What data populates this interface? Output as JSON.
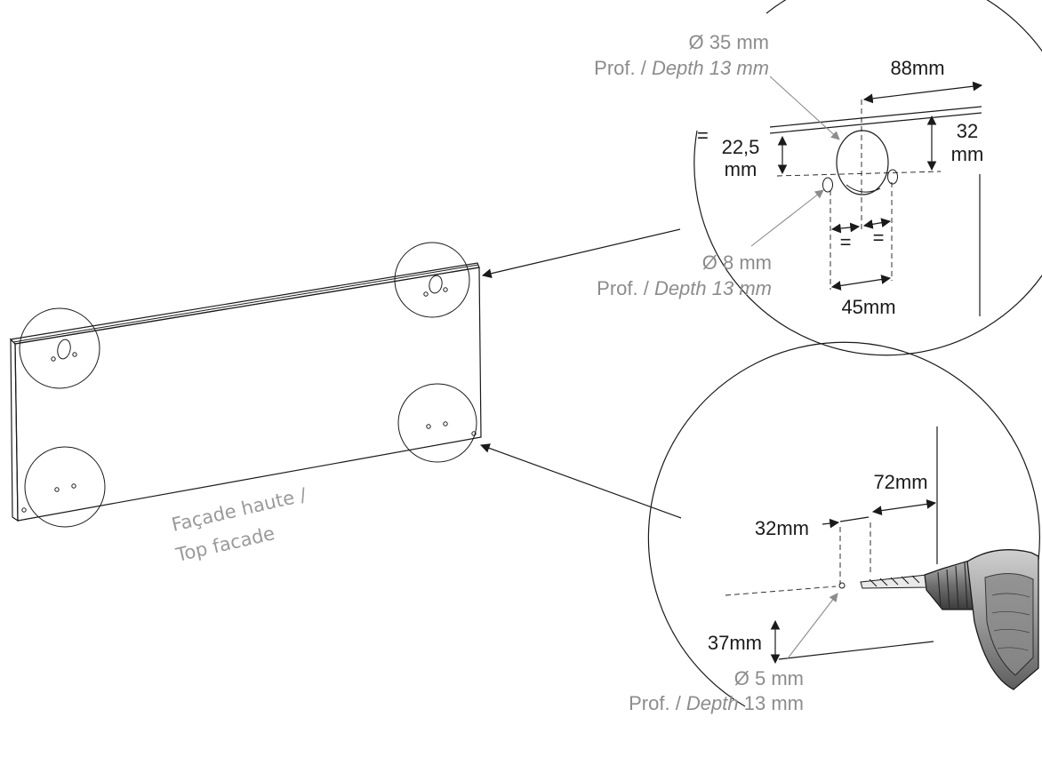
{
  "panel": {
    "label_line1": "Façade haute /",
    "label_line2": "Top facade"
  },
  "detail_top": {
    "hinge_hole": {
      "diameter": "Ø 35 mm",
      "depth_prefix": "Prof. / ",
      "depth_italic": "Depth 13 mm"
    },
    "screw_hole": {
      "diameter": "Ø 8 mm",
      "depth_prefix": "Prof. / ",
      "depth_italic": "Depth 13 mm"
    },
    "dim_88": "88mm",
    "dim_32_line1": "32",
    "dim_32_line2": "mm",
    "dim_22_line1": "22,5",
    "dim_22_line2": "mm",
    "dim_45": "45mm",
    "equal_mark": "=",
    "equal_edge": "="
  },
  "detail_bottom": {
    "dim_72": "72mm",
    "dim_32": "32mm",
    "dim_37": "37mm",
    "hole": {
      "diameter": "Ø 5 mm",
      "depth_prefix": "Prof. / ",
      "depth_italic": "Depth",
      "depth_value": " 13 mm"
    }
  }
}
